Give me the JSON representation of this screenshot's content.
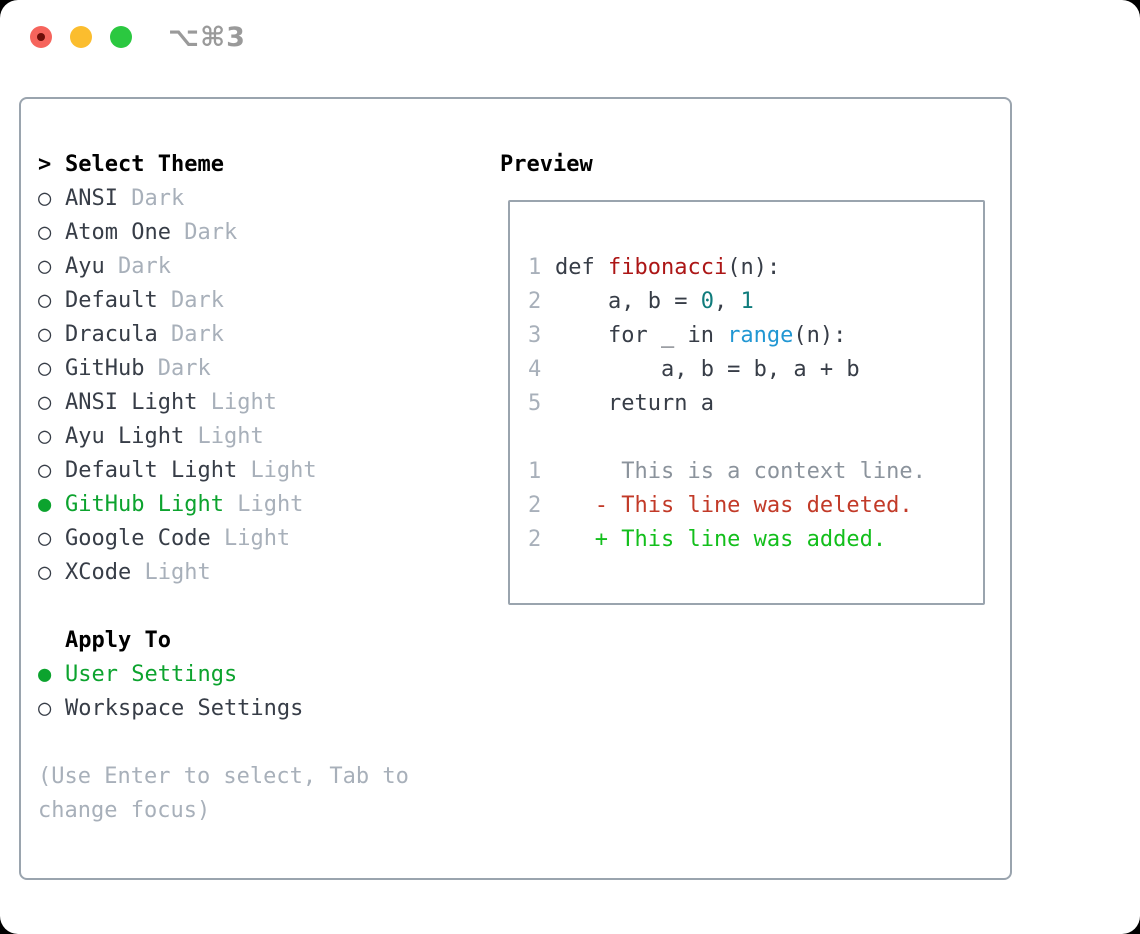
{
  "window": {
    "title": "⌥⌘3"
  },
  "colors": {
    "accent_green": "#0ca32e",
    "diff_add_green": "#13bf1c",
    "diff_del_red": "#c23a28",
    "func_red": "#ac1616",
    "number_teal": "#107c7c",
    "builtin_blue": "#2197d3",
    "text_dark": "#373d47",
    "muted_gray": "#a8b0ba",
    "context_gray": "#8b939c",
    "border_gray": "#9aa4ae",
    "traffic_red": "#f6645c",
    "traffic_red_dot": "#6e0d08",
    "traffic_yellow": "#fbbd2e",
    "traffic_green": "#2bc840",
    "title_gray": "#9a9a9a"
  },
  "left": {
    "header": {
      "marker": ">",
      "label": "Select Theme"
    },
    "themes": [
      {
        "marker": "○",
        "name": "ANSI",
        "variant": "Dark",
        "selected": false
      },
      {
        "marker": "○",
        "name": "Atom One",
        "variant": "Dark",
        "selected": false
      },
      {
        "marker": "○",
        "name": "Ayu",
        "variant": "Dark",
        "selected": false
      },
      {
        "marker": "○",
        "name": "Default",
        "variant": "Dark",
        "selected": false
      },
      {
        "marker": "○",
        "name": "Dracula",
        "variant": "Dark",
        "selected": false
      },
      {
        "marker": "○",
        "name": "GitHub",
        "variant": "Dark",
        "selected": false
      },
      {
        "marker": "○",
        "name": "ANSI Light",
        "variant": "Light",
        "selected": false
      },
      {
        "marker": "○",
        "name": "Ayu Light",
        "variant": "Light",
        "selected": false
      },
      {
        "marker": "○",
        "name": "Default Light",
        "variant": "Light",
        "selected": false
      },
      {
        "marker": "●",
        "name": "GitHub Light",
        "variant": "Light",
        "selected": true
      },
      {
        "marker": "○",
        "name": "Google Code",
        "variant": "Light",
        "selected": false
      },
      {
        "marker": "○",
        "name": "XCode",
        "variant": "Light",
        "selected": false
      }
    ],
    "apply_to": {
      "header": "Apply To",
      "options": [
        {
          "marker": "●",
          "name": "User Settings",
          "selected": true
        },
        {
          "marker": "○",
          "name": "Workspace Settings",
          "selected": false
        }
      ]
    },
    "help": "(Use Enter to select, Tab to change focus)"
  },
  "preview": {
    "header": "Preview",
    "code": [
      {
        "num": "1",
        "tokens": [
          {
            "text": "def "
          },
          {
            "text": "fibonacci"
          },
          {
            "text": "(n):"
          }
        ]
      },
      {
        "num": "2",
        "tokens": [
          {
            "text": "    a, b = "
          },
          {
            "text": "0"
          },
          {
            "text": ", "
          },
          {
            "text": "1"
          }
        ]
      },
      {
        "num": "3",
        "tokens": [
          {
            "text": "    for _ in "
          },
          {
            "text": "range"
          },
          {
            "text": "(n):"
          }
        ]
      },
      {
        "num": "4",
        "tokens": [
          {
            "text": "        a, b = b, a + b"
          }
        ]
      },
      {
        "num": "5",
        "tokens": [
          {
            "text": "    return a"
          }
        ]
      }
    ],
    "diff": [
      {
        "num": "1",
        "text": "     This is a context line.",
        "kind": "context"
      },
      {
        "num": "2",
        "text": "   - This line was deleted.",
        "kind": "deleted"
      },
      {
        "num": "2",
        "text": "   + This line was added.",
        "kind": "added"
      }
    ]
  }
}
